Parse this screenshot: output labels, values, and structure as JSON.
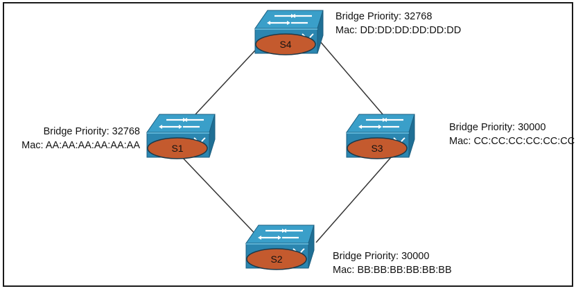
{
  "switches": [
    {
      "id": "S4",
      "priority_text": "Bridge Priority: 32768",
      "mac_text": "Mac: DD:DD:DD:DD:DD:DD"
    },
    {
      "id": "S1",
      "priority_text": "Bridge Priority: 32768",
      "mac_text": "Mac: AA:AA:AA:AA:AA:AA"
    },
    {
      "id": "S3",
      "priority_text": "Bridge Priority: 30000",
      "mac_text": "Mac: CC:CC:CC:CC:CC:CC"
    },
    {
      "id": "S2",
      "priority_text": "Bridge Priority: 30000",
      "mac_text": "Mac: BB:BB:BB:BB:BB:BB"
    }
  ],
  "links": [
    [
      "S1",
      "S4"
    ],
    [
      "S4",
      "S3"
    ],
    [
      "S1",
      "S2"
    ],
    [
      "S2",
      "S3"
    ]
  ],
  "colors": {
    "switch_top": "#3a9fc9",
    "switch_front": "#2b86b0",
    "switch_side": "#1f6f95",
    "switch_highlight": "#6cc3e6",
    "label_oval": "#c45a2e",
    "link": "#333333"
  }
}
